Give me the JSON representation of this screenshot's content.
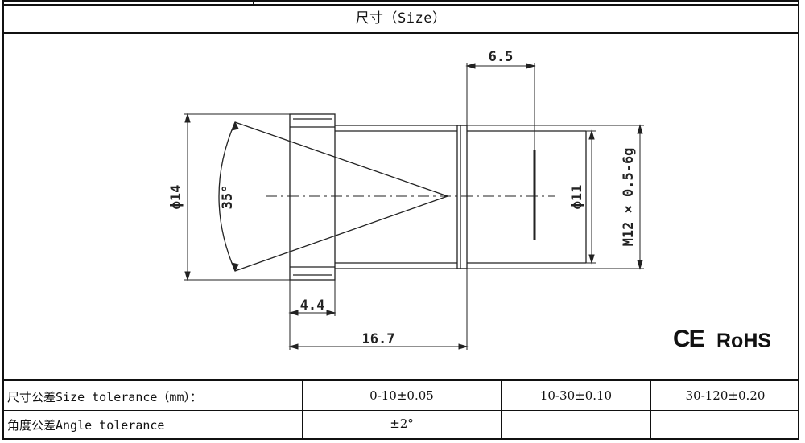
{
  "header": {
    "title": "尺寸（Size）"
  },
  "drawing": {
    "dim_top": "6.5",
    "dim_left_dia": "ϕ14",
    "dim_angle": "35°",
    "dim_inner_dia": "ϕ11",
    "dim_thread": "M12 × 0.5-6g",
    "dim_flange": "4.4",
    "dim_total": "16.7",
    "ce_mark": "CE",
    "rohs_mark": "RoHS"
  },
  "tolerance_table": {
    "rows": [
      {
        "label": "尺寸公差Size tolerance（mm）：",
        "c1": "0-10±0.05",
        "c2": "10-30±0.10",
        "c3": "30-120±0.20"
      },
      {
        "label": "角度公差Angle tolerance",
        "c1": "±2°",
        "c2": "",
        "c3": ""
      }
    ]
  }
}
